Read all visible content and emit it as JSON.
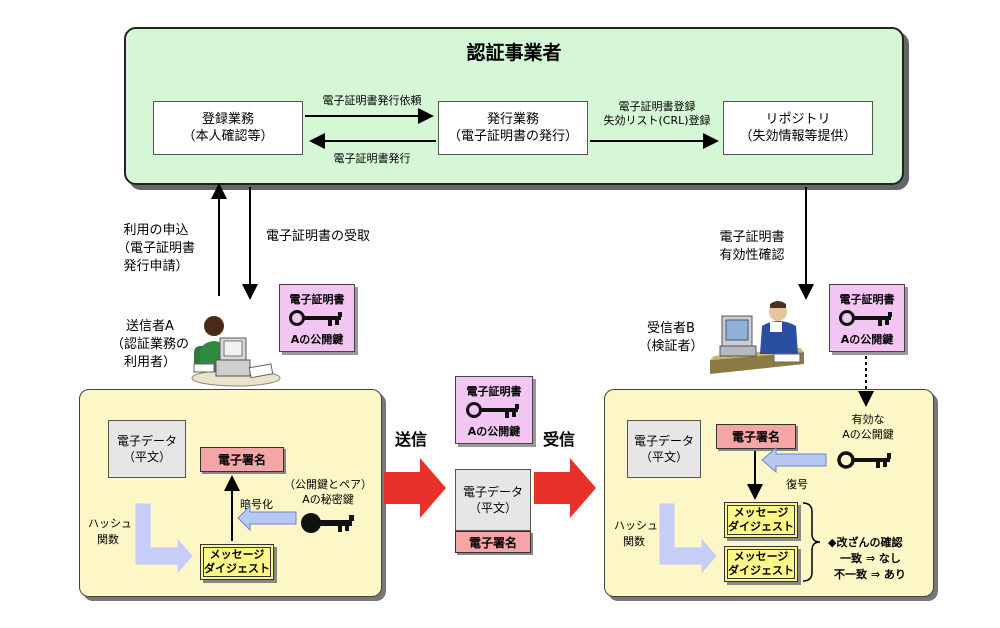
{
  "ca": {
    "title": "認証事業者",
    "registration": [
      "登録業務",
      "（本人確認等）"
    ],
    "issuance": [
      "発行業務",
      "（電子証明書の発行）"
    ],
    "repository": [
      "リポジトリ",
      "（失効情報等提供）"
    ],
    "label_issue_request": "電子証明書発行依頼",
    "label_issue": "電子証明書発行",
    "label_register": [
      "電子証明書登録",
      "失効リスト(CRL)登録"
    ]
  },
  "labels": {
    "apply": [
      "利用の申込",
      "（電子証明書",
      "発行申請）"
    ],
    "receive": "電子証明書の受取",
    "validity_check": [
      "電子証明書",
      "有効性確認"
    ],
    "sender": [
      "送信者A",
      "（認証業務の",
      "利用者）"
    ],
    "receiver": [
      "受信者B",
      "（検証者）"
    ],
    "send": "送信",
    "recv": "受信"
  },
  "certificate": {
    "title": "電子証明書",
    "key_label": "Aの公開鍵"
  },
  "sender_panel": {
    "data": [
      "電子データ",
      "（平文）"
    ],
    "signature": "電子署名",
    "hash": [
      "ハッシュ",
      "関数"
    ],
    "encrypt": "暗号化",
    "private_key": [
      "（公開鍵とペア）",
      "Aの秘密鍵"
    ],
    "digest": [
      "メッセージ",
      "ダイジェスト"
    ]
  },
  "transfer": {
    "data": [
      "電子データ",
      "（平文）"
    ],
    "signature": "電子署名"
  },
  "receiver_panel": {
    "data": [
      "電子データ",
      "（平文）"
    ],
    "signature": "電子署名",
    "hash": [
      "ハッシュ",
      "関数"
    ],
    "decrypt": "復号",
    "valid_key": [
      "有効な",
      "Aの公開鍵"
    ],
    "digest": [
      "メッセージ",
      "ダイジェスト"
    ],
    "check": [
      "◆改ざんの確認",
      "一致 ⇒ なし",
      "不一致 ⇒ あり"
    ]
  },
  "colors": {
    "ca_bg": "#d5f7d6",
    "panel_bg": "#fdf6c6",
    "cert_bg": "#f3c5f3",
    "signature_bg": "#f4a5a5",
    "digest_bg": "#fcf78a",
    "big_arrow": "#e8312a",
    "light_arrow": "#b8c8f4"
  },
  "icons": [
    "key-icon",
    "person-at-computer-icon"
  ]
}
